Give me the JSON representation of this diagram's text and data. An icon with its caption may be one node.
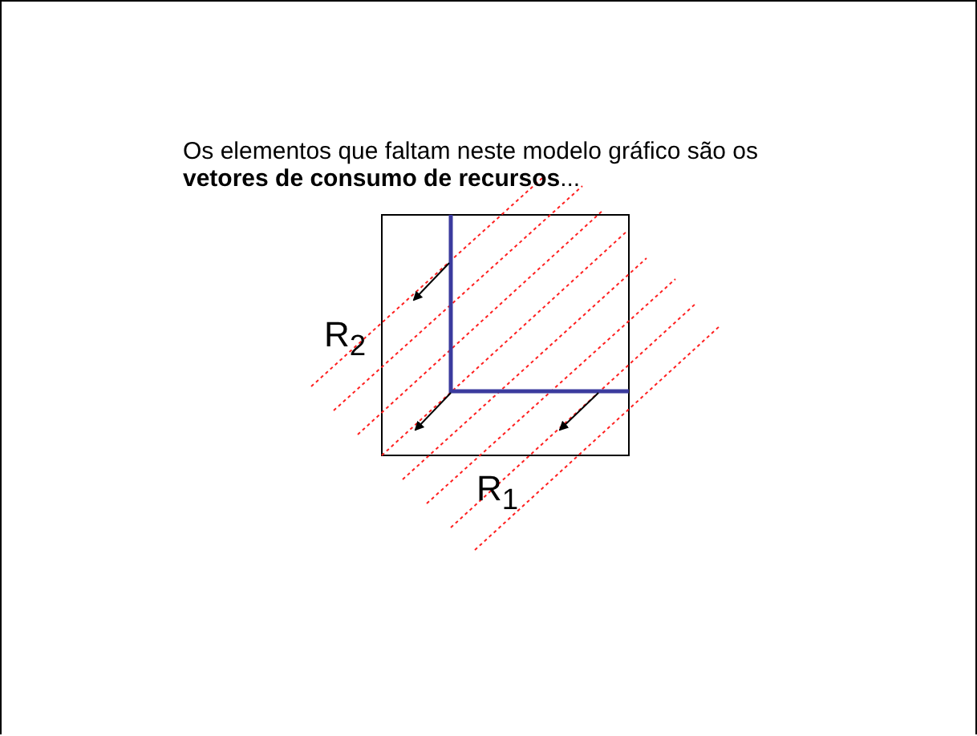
{
  "diagram": {
    "labels": [
      "Os elementos que faltam neste modelo gráfico são os **vetores de consumo de recursos**...",
      "R$_{2}$",
      "R$_{1}$"
    ]
  }
}
